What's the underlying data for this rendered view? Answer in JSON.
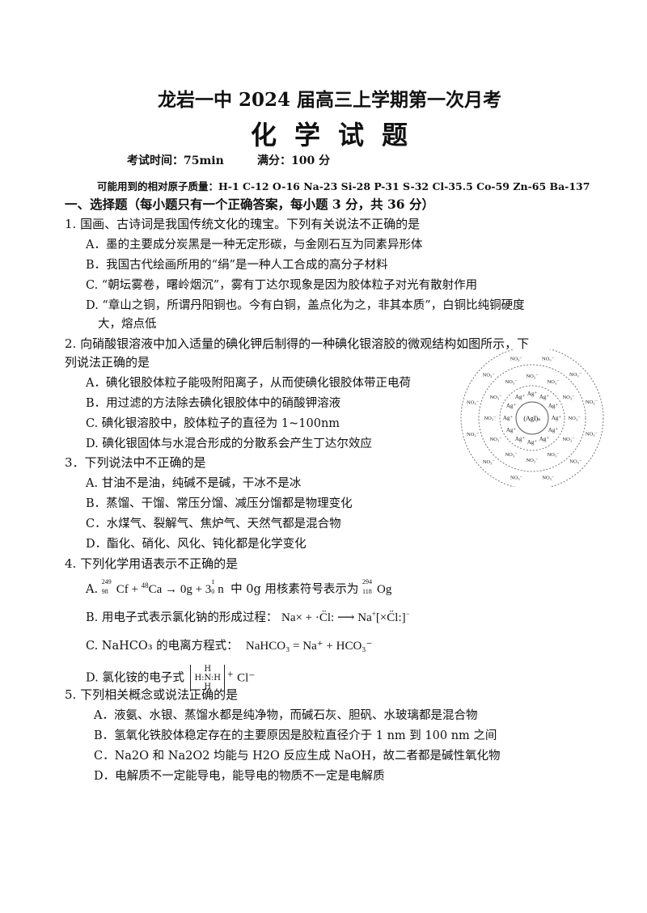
{
  "header": {
    "title": "龙岩一中  2024 届高三上学期第一次月考",
    "subject": "化学试题",
    "time_label": "考试时间：75min",
    "score_label": "满分：100 分",
    "atoms": "可能用到的相对原子质量：H-1 C-12 O-16 Na-23  Si-28 P-31 S-32 Cl-35.5 Co-59 Zn-65  Ba-137"
  },
  "section1": {
    "title": "一、选择题（每小题只有一个正确答案，每小题 3 分，共 36 分）"
  },
  "q1": {
    "stem": "1.  国画、古诗词是我国传统文化的瑰宝。下列有关说法不正确的是",
    "a": "A．墨的主要成分炭黑是一种无定形碳，与金刚石互为同素异形体",
    "b": "B．我国古代绘画所用的“绢”是一种人工合成的高分子材料",
    "c": "C.  “朝坛雾卷，曙岭烟沉”，雾有丁达尔现象是因为胶体粒子对光有散射作用",
    "d1": "D.  “章山之铜，所谓丹阳铜也。今有白铜，盖点化为之，非其本质”，白铜比纯铜硬度",
    "d2": "大，熔点低"
  },
  "q2": {
    "stem1": "2.  向硝酸银溶液中加入适量的碘化钾后制得的一种碘化银溶胶的微观结构如图所示，下",
    "stem2": "列说法正确的是",
    "a": "A．碘化银胶体粒子能吸附阳离子，从而使碘化银胶体带正电荷",
    "b": "B．用过滤的方法除去碘化银胶体中的硝酸钾溶液",
    "c": "C.  碘化银溶胶中，胶体粒子的直径为  1~100nm",
    "d": "D.  碘化银固体与水混合形成的分散系会产生丁达尔效应",
    "figure": {
      "core": "(AgI)ₙ",
      "ag": "Ag⁺",
      "no3": "NO₃⁻"
    }
  },
  "q3": {
    "stem": "3．下列说法中不正确的是",
    "a": "A.  甘油不是油，纯碱不是碱，干冰不是冰",
    "b": "B．蒸馏、干馏、常压分馏、减压分馏都是物理变化",
    "c": "C．水煤气、裂解气、焦炉气、天然气都是混合物",
    "d": "D．酯化、硝化、风化、钝化都是化学变化"
  },
  "q4": {
    "stem": "4.  下列化学用语表示不正确的是",
    "a_label": "A.",
    "a_text": "中 0g 用核素符号表示为",
    "b_label": "B.  用电子式表示氯化钠的形成过程：",
    "c_label": "C.  NaHCO₃ 的电离方程式：",
    "c_eq": "NaHCO₃ = Na⁺ + HCO₃⁻",
    "d_label": "D.  氯化铵的电子式",
    "d_cl": "Cl⁻"
  },
  "q5": {
    "stem": "5.  下列相关概念或说法正确的是",
    "a": "A．液氨、水银、蒸馏水都是纯净物，而碱石灰、胆矾、水玻璃都是混合物",
    "b": "B．氢氧化铁胶体稳定存在的主要原因是胶粒直径介于  1 nm 到 100 nm 之间",
    "c": "C．Na2O 和 Na2O2 均能与  H2O 反应生成  NaOH，故二者都是碱性氧化物",
    "d": "D．电解质不一定能导电，能导电的物质不一定是电解质"
  }
}
